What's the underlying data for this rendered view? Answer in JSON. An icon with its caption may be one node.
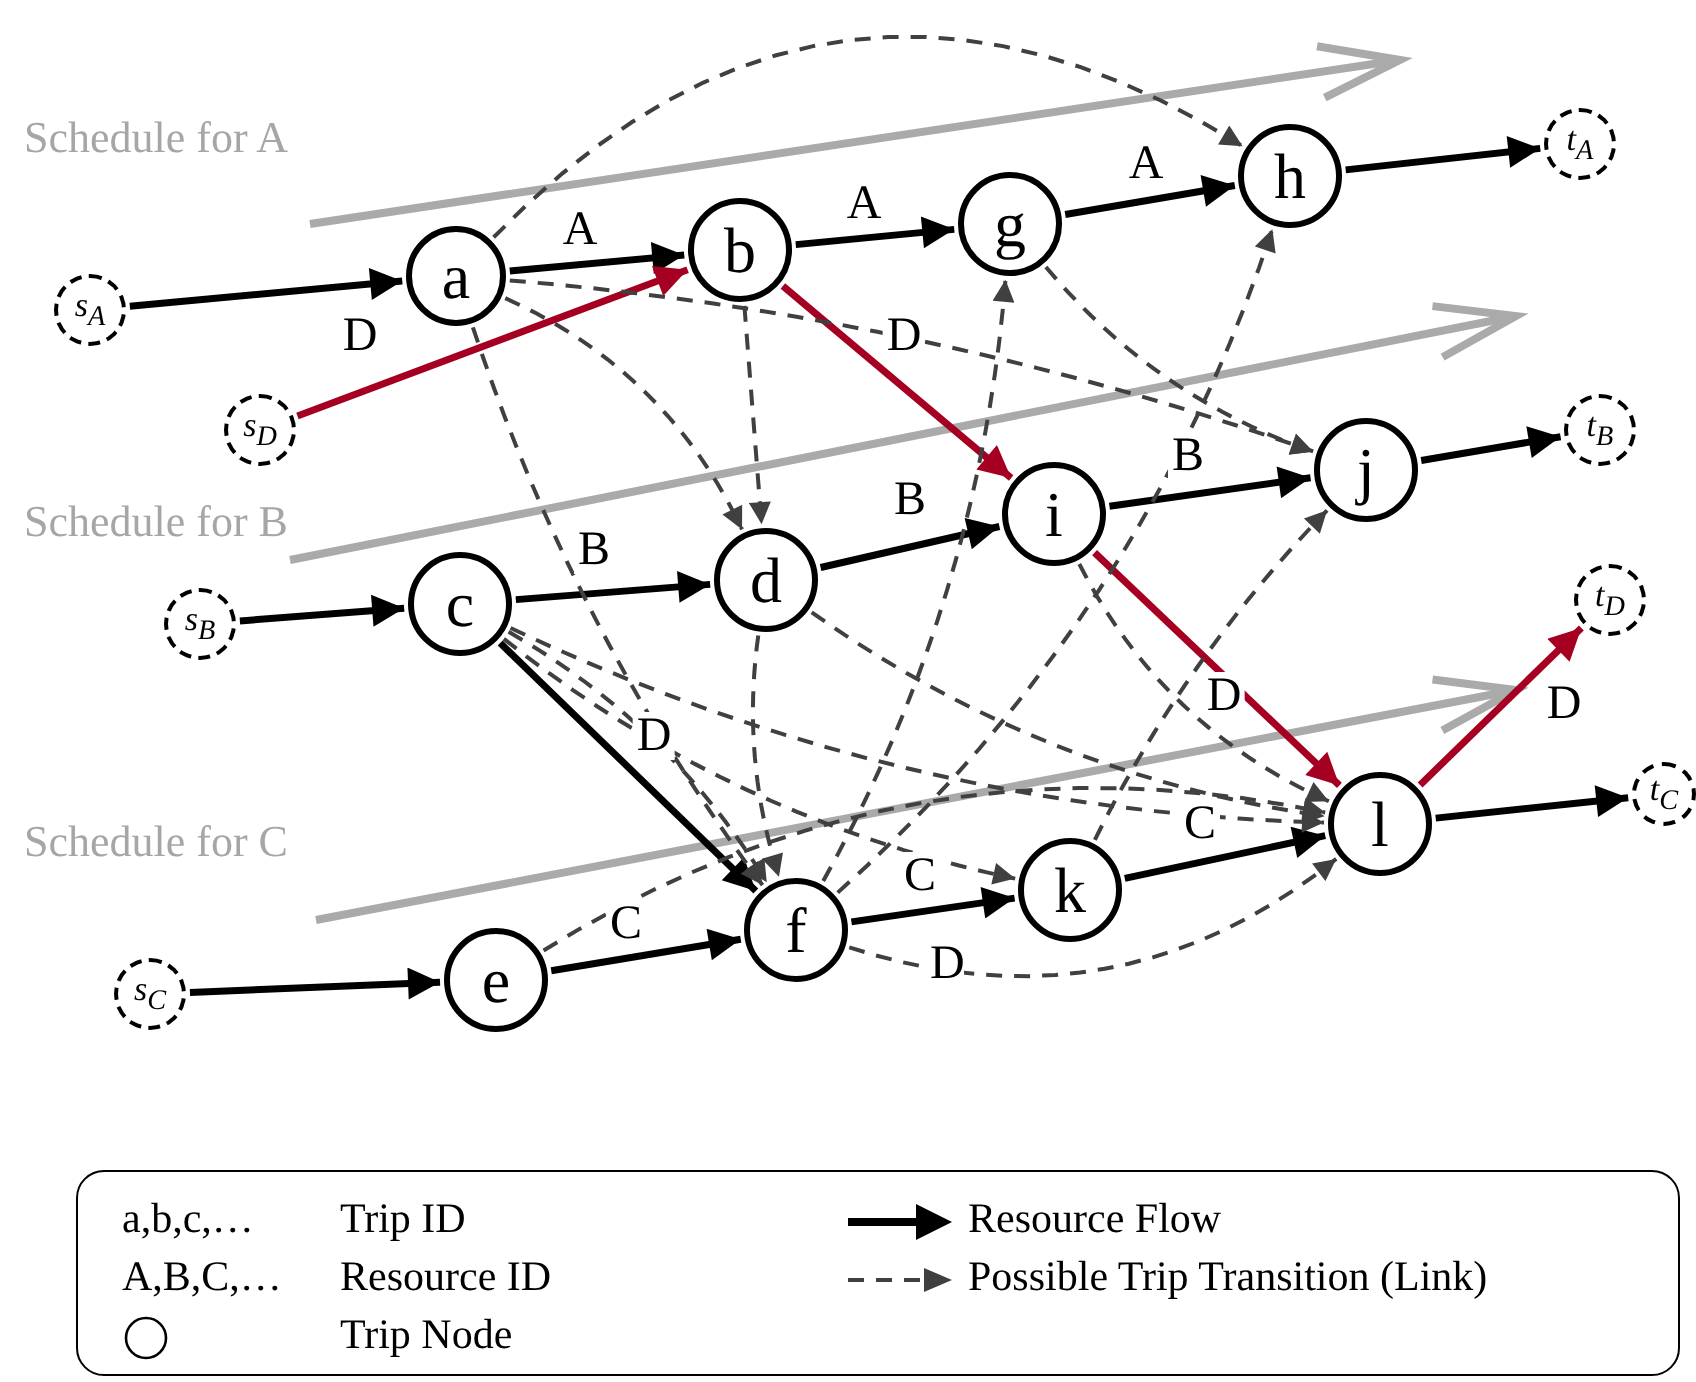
{
  "diagram": {
    "nodes": [
      {
        "text": [
          "s$_{A}$"
        ]
      },
      {
        "text": [
          "a"
        ]
      },
      {
        "text": [
          "b"
        ]
      },
      {
        "text": [
          "g"
        ]
      },
      {
        "text": [
          "h"
        ]
      },
      {
        "text": [
          "t$_{A}$"
        ]
      },
      {
        "text": [
          "s$_{D}$"
        ]
      },
      {
        "text": [
          "s$_{B}$"
        ]
      },
      {
        "text": [
          "c"
        ]
      },
      {
        "text": [
          "d"
        ]
      },
      {
        "text": [
          "i"
        ]
      },
      {
        "text": [
          "j"
        ]
      },
      {
        "text": [
          "t$_{B}$"
        ]
      },
      {
        "text": [
          "t$_{D}$"
        ]
      },
      {
        "text": [
          "s$_{C}$"
        ]
      },
      {
        "text": [
          "e"
        ]
      },
      {
        "text": [
          "f"
        ]
      },
      {
        "text": [
          "k"
        ]
      },
      {
        "text": [
          "l"
        ]
      },
      {
        "text": [
          "t$_{C}$"
        ]
      }
    ],
    "edges": [
      {
        "from": 0,
        "to": 1,
        "arrow": "to"
      },
      {
        "from": 1,
        "to": 2,
        "arrow": "to",
        "label": "A"
      },
      {
        "from": 2,
        "to": 3,
        "arrow": "to",
        "label": "A"
      },
      {
        "from": 3,
        "to": 4,
        "arrow": "to",
        "label": "A"
      },
      {
        "from": 4,
        "to": 5,
        "arrow": "to"
      },
      {
        "from": 6,
        "to": 2,
        "arrow": "to",
        "label": "D",
        "color": "#a50021"
      },
      {
        "from": 2,
        "to": 10,
        "arrow": "to",
        "label": "D",
        "color": "#a50021"
      },
      {
        "from": 10,
        "to": 18,
        "arrow": "to",
        "label": "D",
        "color": "#a50021"
      },
      {
        "from": 18,
        "to": 13,
        "arrow": "to",
        "label": "D",
        "color": "#a50021"
      },
      {
        "from": 7,
        "to": 8,
        "arrow": "to"
      },
      {
        "from": 8,
        "to": 9,
        "arrow": "to",
        "label": "B"
      },
      {
        "from": 9,
        "to": 10,
        "arrow": "to",
        "label": "B"
      },
      {
        "from": 10,
        "to": 11,
        "arrow": "to",
        "label": "B"
      },
      {
        "from": 11,
        "to": 12,
        "arrow": "to"
      },
      {
        "from": 8,
        "to": 16,
        "arrow": "to",
        "label": "D"
      },
      {
        "from": 14,
        "to": 15,
        "arrow": "to"
      },
      {
        "from": 15,
        "to": 16,
        "arrow": "to",
        "label": "C"
      },
      {
        "from": 16,
        "to": 17,
        "arrow": "to",
        "label": "C"
      },
      {
        "from": 17,
        "to": 18,
        "arrow": "to",
        "label": "C"
      },
      {
        "from": 18,
        "to": 19,
        "arrow": "to"
      },
      {
        "from": 1,
        "to": 9,
        "arrow": "to",
        "style": "dashed",
        "color": "#404040"
      },
      {
        "from": 1,
        "to": 4,
        "arrow": "to",
        "style": "dashed",
        "color": "#404040"
      },
      {
        "from": 1,
        "to": 11,
        "arrow": "to",
        "style": "dashed",
        "color": "#404040"
      },
      {
        "from": 1,
        "to": 16,
        "arrow": "to",
        "style": "dashed",
        "color": "#404040"
      },
      {
        "from": 2,
        "to": 9,
        "arrow": "to",
        "style": "dashed",
        "color": "#404040"
      },
      {
        "from": 3,
        "to": 11,
        "arrow": "to",
        "style": "dashed",
        "color": "#404040"
      },
      {
        "from": 16,
        "to": 3,
        "arrow": "to",
        "style": "dashed",
        "color": "#404040"
      },
      {
        "from": 8,
        "to": 16,
        "arrow": "to",
        "style": "dashed",
        "color": "#404040"
      },
      {
        "from": 8,
        "to": 17,
        "arrow": "to",
        "style": "dashed",
        "color": "#404040"
      },
      {
        "from": 8,
        "to": 18,
        "arrow": "to",
        "style": "dashed",
        "color": "#404040"
      },
      {
        "from": 9,
        "to": 16,
        "arrow": "to",
        "style": "dashed",
        "color": "#404040"
      },
      {
        "from": 9,
        "to": 18,
        "arrow": "to",
        "style": "dashed",
        "color": "#404040"
      },
      {
        "from": 10,
        "to": 18,
        "arrow": "to",
        "style": "dashed",
        "color": "#404040"
      },
      {
        "from": 17,
        "to": 11,
        "arrow": "to",
        "style": "dashed",
        "color": "#404040"
      },
      {
        "from": 16,
        "to": 4,
        "arrow": "to",
        "style": "dashed",
        "color": "#404040"
      },
      {
        "from": 16,
        "to": 18,
        "arrow": "to",
        "style": "dashed",
        "color": "#404040"
      },
      {
        "from": 15,
        "to": 18,
        "arrow": "to",
        "style": "dashed",
        "color": "#404040"
      }
    ],
    "labels": [
      "Schedule for A",
      "Schedule for B",
      "Schedule for C",
      "D",
      "a,b,c,…",
      "A,B,C,…"
    ],
    "legend": [
      {
        "text": "Trip ID"
      },
      {
        "text": "Resource ID"
      },
      {
        "text": "Trip Node"
      },
      {
        "text": "Resource Flow"
      },
      {
        "text": "Possible Trip Transition (Link)"
      }
    ]
  }
}
